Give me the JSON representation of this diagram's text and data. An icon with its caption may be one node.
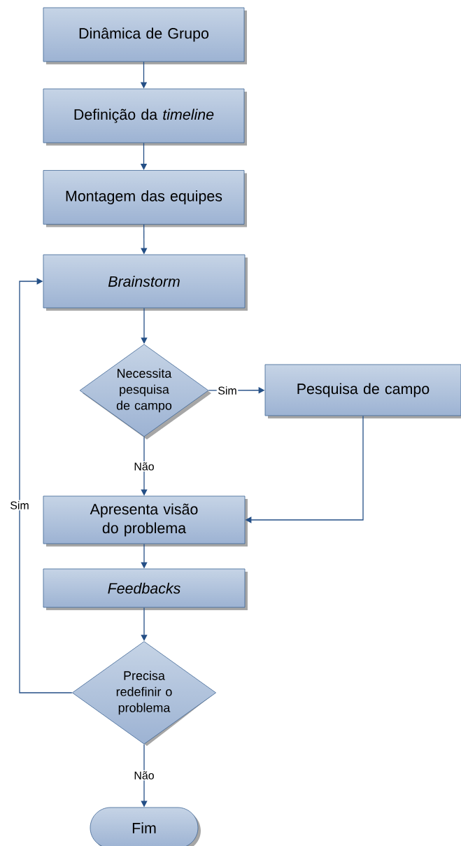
{
  "diagram": {
    "nodes": [
      {
        "text": [
          "Dinâmica de Grupo"
        ]
      },
      {
        "text": [
          "Definição da *timeline*"
        ]
      },
      {
        "text": [
          "Montagem das equipes"
        ]
      },
      {
        "text": [
          "Brainstorm"
        ]
      },
      {
        "text": [
          "Necessita pesquisa de campo"
        ]
      },
      {
        "text": [
          "Pesquisa de campo"
        ]
      },
      {
        "text": [
          "Apresenta visão do problema"
        ]
      },
      {
        "text": [
          "Feedbacks"
        ]
      },
      {
        "text": [
          "Precisa redefinir o problema"
        ]
      },
      {
        "text": [
          "Fim"
        ]
      }
    ],
    "edges": [
      {
        "from": 0,
        "to": 1,
        "arrow": "to"
      },
      {
        "from": 1,
        "to": 2,
        "arrow": "to"
      },
      {
        "from": 2,
        "to": 3,
        "arrow": "to"
      },
      {
        "from": 3,
        "to": 4,
        "arrow": "to"
      },
      {
        "from": 4,
        "to": 5,
        "arrow": "to",
        "label": "Sim"
      },
      {
        "from": 4,
        "to": 6,
        "arrow": "to",
        "label": "Não"
      },
      {
        "from": 5,
        "to": 6,
        "arrow": "to"
      },
      {
        "from": 6,
        "to": 7,
        "arrow": "to"
      },
      {
        "from": 7,
        "to": 8,
        "arrow": "to"
      },
      {
        "from": 8,
        "to": 3,
        "arrow": "to",
        "label": "Sim"
      },
      {
        "from": 8,
        "to": 9,
        "arrow": "to",
        "label": "Não"
      }
    ]
  }
}
